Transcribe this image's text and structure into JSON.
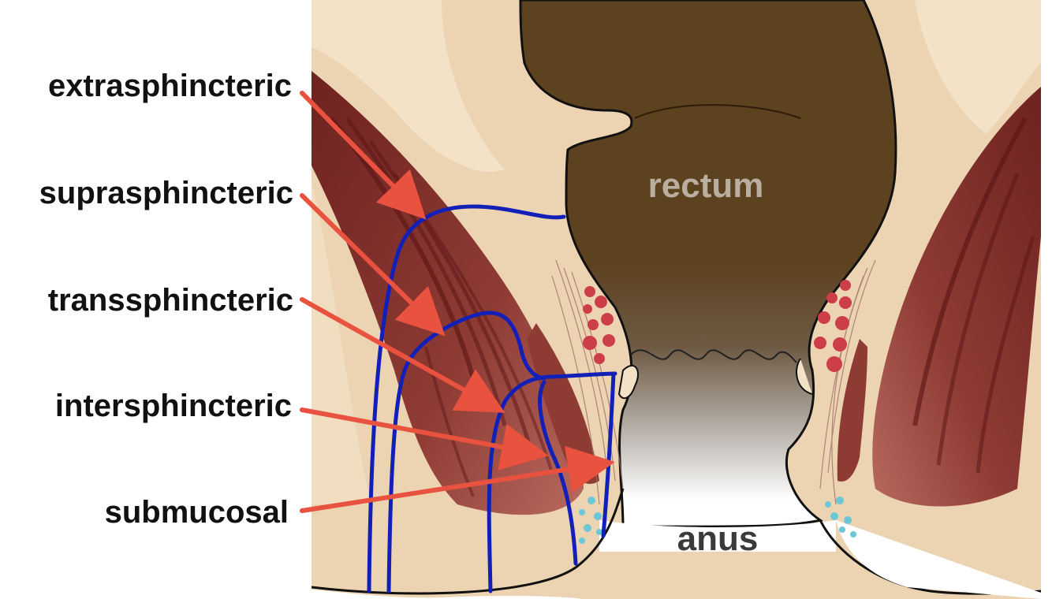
{
  "labels": {
    "extrasphincteric": "extrasphincteric",
    "suprasphincteric": "suprasphincteric",
    "transsphincteric": "transsphincteric",
    "intersphincteric": "intersphincteric",
    "submucosal": "submucosal"
  },
  "organs": {
    "rectum": "rectum",
    "anus": "anus"
  },
  "colors": {
    "background_tissue": "#ecd3b1",
    "tissue_light": "#f3e2c6",
    "rectum": "#5d4220",
    "muscle": "#8c3a34",
    "muscle_dark": "#6b1e1c",
    "fistula_tract": "#1220b8",
    "arrow": "#e8523f",
    "gland_red": "#cc3f48",
    "gland_blue": "#6cc7d6",
    "rectum_label": "#b9ae9f",
    "anus_label": "#3a3a3a"
  }
}
